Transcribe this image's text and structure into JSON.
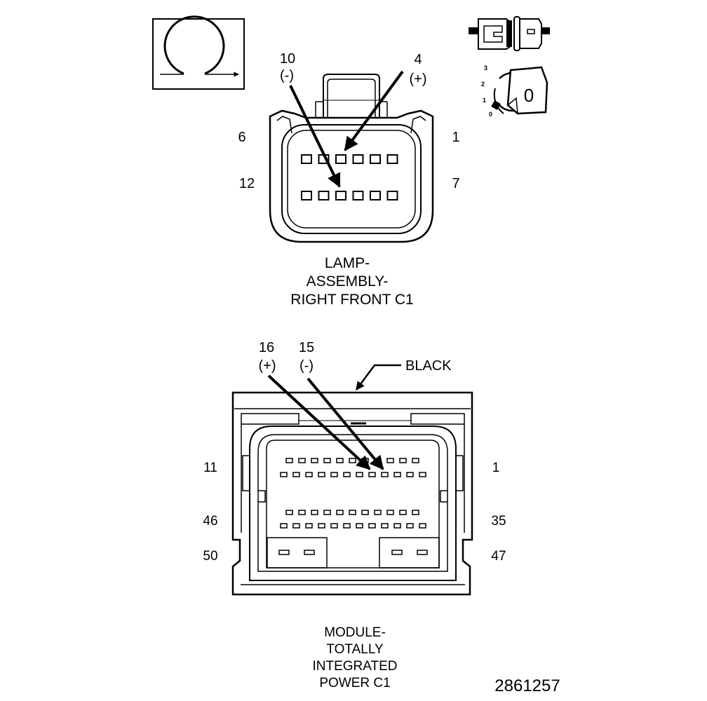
{
  "connector1": {
    "pin_labels": {
      "top_left": "6",
      "bottom_left": "12",
      "top_right": "1",
      "bottom_right": "7"
    },
    "callouts": [
      {
        "pin": "10",
        "polarity": "(-)"
      },
      {
        "pin": "4",
        "polarity": "(+)"
      }
    ],
    "title_lines": [
      "LAMP-",
      "ASSEMBLY-",
      "RIGHT FRONT C1"
    ]
  },
  "connector2": {
    "color_label": "BLACK",
    "pin_labels": {
      "row1_left": "11",
      "row1_right": "1",
      "row2_left": "46",
      "row2_right": "35",
      "row3_left": "50",
      "row3_right": "47"
    },
    "callouts": [
      {
        "pin": "16",
        "polarity": "(+)"
      },
      {
        "pin": "15",
        "polarity": "(-)"
      }
    ],
    "title_lines": [
      "MODULE-",
      "TOTALLY",
      "INTEGRATED",
      "POWER C1"
    ]
  },
  "ignition_scale": [
    "3",
    "2",
    "1",
    "0"
  ],
  "ignition_key_label": "0",
  "figure_number": "2861257"
}
